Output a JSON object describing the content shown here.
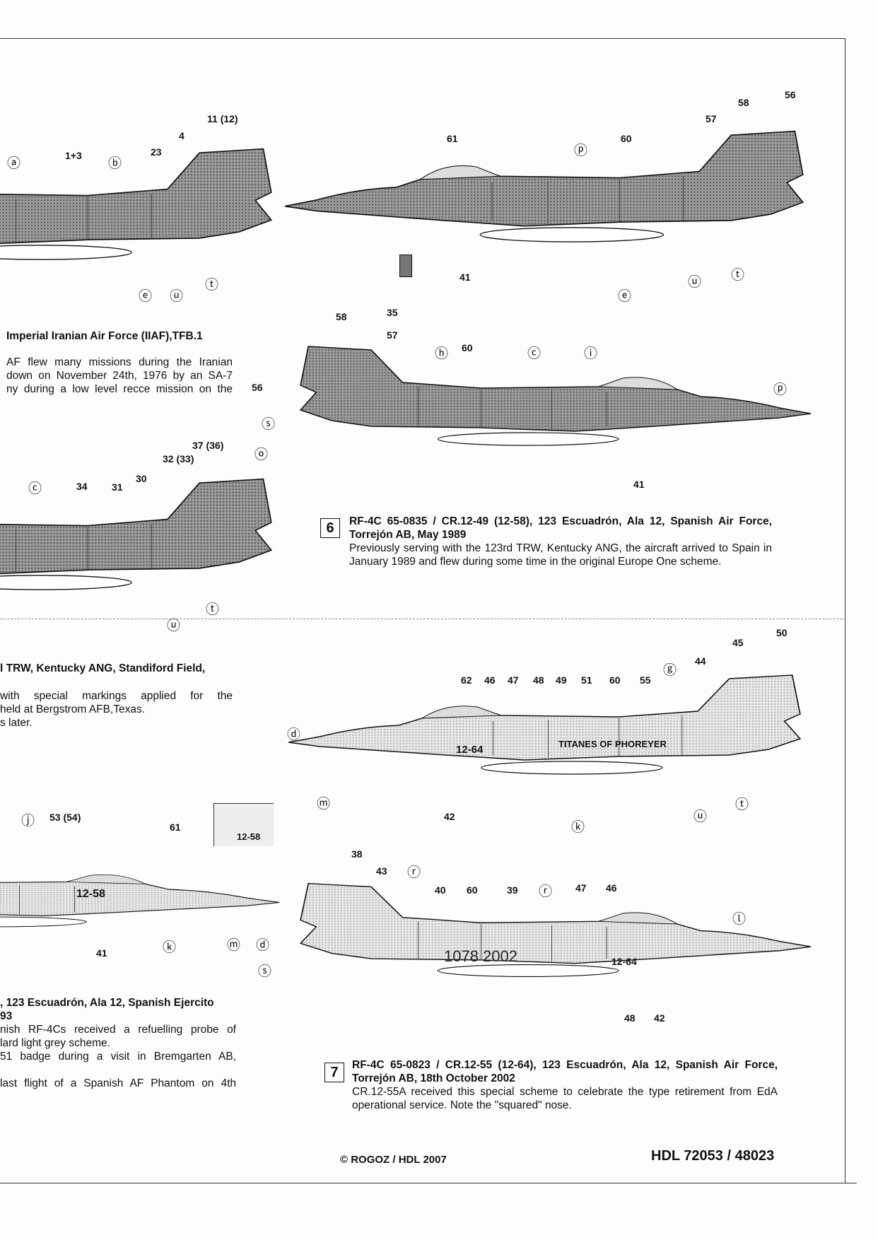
{
  "sheet": {
    "copyright": "© ROGOZ / HDL 2007",
    "product_code": "HDL 72053 / 48023"
  },
  "left_column": {
    "block1": {
      "title": "Imperial Iranian Air Force (IIAF),TFB.1",
      "lines": [
        "AF flew many missions during the Iranian",
        "down on November 24th, 1976 by an SA-7",
        "ny during a low level recce mission on the"
      ]
    },
    "block2": {
      "title": "l TRW, Kentucky ANG, Standiford Field,",
      "lines": [
        "with special markings applied for the",
        "held at Bergstrom AFB,Texas.",
        "s later."
      ]
    },
    "block3": {
      "title": ", 123 Escuadrón, Ala 12, Spanish Ejercito",
      "title2": "93",
      "lines": [
        "nish RF-4Cs received a refuelling probe of",
        "lard light grey scheme.",
        "51 badge during a visit in Bremgarten AB,",
        "",
        "last flight of a Spanish AF Phantom on 4th"
      ]
    },
    "inset_label": "12-58"
  },
  "profiles": {
    "p6": {
      "number": "6",
      "title": "RF-4C 65-0835 / CR.12-49 (12-58), 123 Escuadrón, Ala 12, Spanish Air Force, Torrejón AB, May 1989",
      "body": "Previously serving with the 123rd TRW, Kentucky ANG, the aircraft arrived to Spain in January 1989 and flew during some time in the original Europe One scheme."
    },
    "p7": {
      "number": "7",
      "title": "RF-4C 65-0823 / CR.12-55 (12-64), 123 Escuadrón, Ala 12, Spanish Air Force, Torrejón AB, 18th October 2002",
      "body": "CR.12-55A received this special scheme to celebrate the type retirement from EdA operational service. Note the \"squared\" nose."
    }
  },
  "aircraft_markings": {
    "a5_nose_code": "12-64",
    "a5_fuselage_text": "TITANES OF PHOREYER",
    "a6_code": "12-58",
    "a7_code": "12-64",
    "a7_serial": "1078 2002"
  },
  "callouts": [
    "11 (12)",
    "4",
    "23",
    "1+3",
    "ⓐ",
    "ⓑ",
    "ⓔ",
    "ⓤ",
    "ⓣ",
    "61",
    "ⓟ",
    "60",
    "57",
    "58",
    "56",
    "41",
    "ⓔ",
    "ⓤ",
    "ⓣ",
    "35",
    "58",
    "57",
    "56",
    "ⓢ",
    "ⓗ",
    "60",
    "ⓒ",
    "ⓘ",
    "ⓟ",
    "41",
    "37 (36)",
    "32 (33)",
    "30",
    "34",
    "31",
    "ⓒ",
    "ⓞ",
    "ⓤ",
    "ⓣ",
    "50",
    "45",
    "44",
    "ⓖ",
    "62",
    "46",
    "47",
    "48",
    "49",
    "51",
    "60",
    "55",
    "ⓓ",
    "ⓜ",
    "42",
    "ⓚ",
    "ⓤ",
    "ⓣ",
    "ⓙ",
    "53 (54)",
    "61",
    "41",
    "ⓚ",
    "ⓜ",
    "ⓓ",
    "ⓢ",
    "38",
    "43",
    "ⓡ",
    "40",
    "60",
    "39",
    "ⓡ",
    "47",
    "46",
    "ⓛ",
    "48",
    "42"
  ]
}
